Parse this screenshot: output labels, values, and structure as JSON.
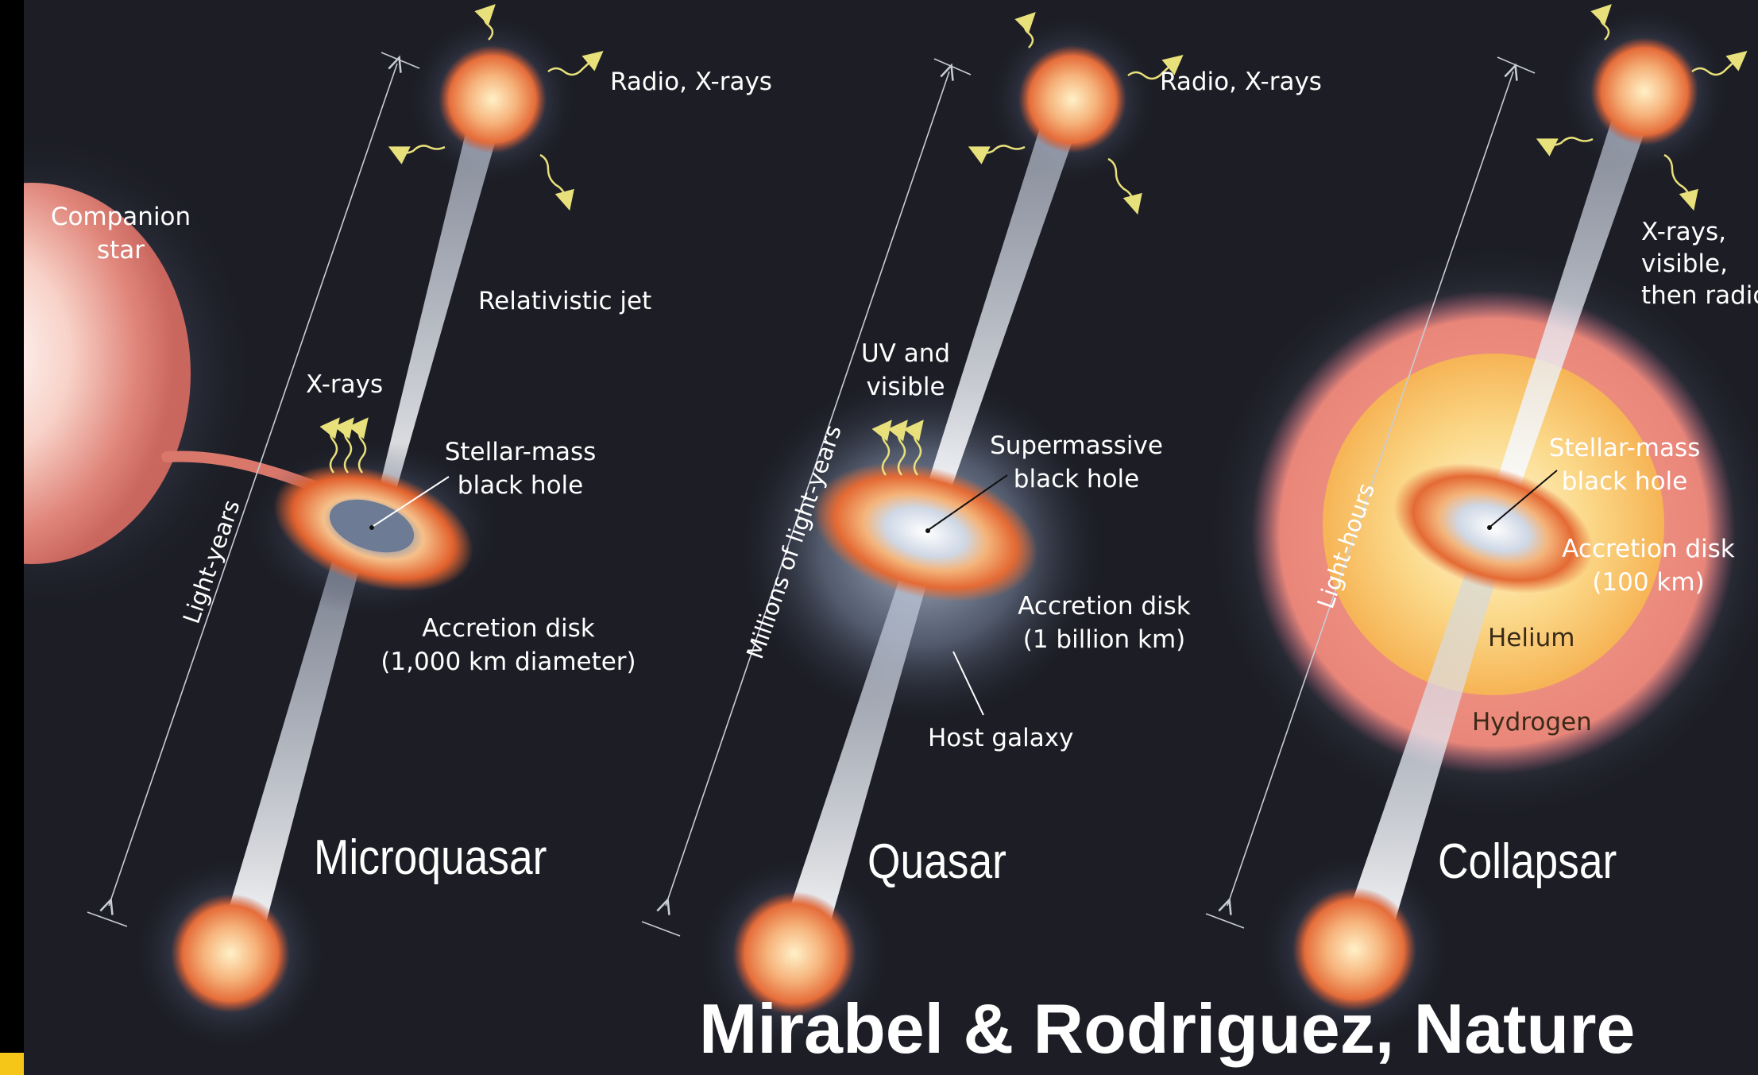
{
  "panels": [
    {
      "title": "Microquasar",
      "emission_top": "Radio, X-rays",
      "jet_label": "Relativistic jet",
      "disk_emission": "X-rays",
      "black_hole": [
        "Stellar-mass",
        "black hole"
      ],
      "disk": [
        "Accretion disk",
        "(1,000 km diameter)"
      ],
      "scale": "Light-years",
      "companion": [
        "Companion",
        "star"
      ]
    },
    {
      "title": "Quasar",
      "emission_top": "Radio,  X-rays",
      "disk_emission": [
        "UV and",
        "visible"
      ],
      "black_hole": [
        "Supermassive",
        "black hole"
      ],
      "disk": [
        "Accretion disk",
        "(1 billion km)"
      ],
      "host": "Host galaxy",
      "scale": "Millions of light-years"
    },
    {
      "title": "Collapsar",
      "emission_side": [
        "X-rays,",
        "visible,",
        "then radio"
      ],
      "black_hole": [
        "Stellar-mass",
        "black hole"
      ],
      "disk": [
        "Accretion disk",
        "(100 km)"
      ],
      "helium": "Helium",
      "hydrogen": "Hydrogen",
      "scale": "Light-hours"
    }
  ],
  "credit": "Mirabel & Rodriguez, Nature",
  "colors": {
    "background": "#1c1d25",
    "label": "#ffffff",
    "emission_wave": "#e8e07a",
    "jet": "#e9eef8",
    "disk_orange": "#e8733a",
    "hydrogen_shell": "#e98a7a",
    "helium_core": "#f7c86a",
    "accent_mark": "#f5c518"
  }
}
